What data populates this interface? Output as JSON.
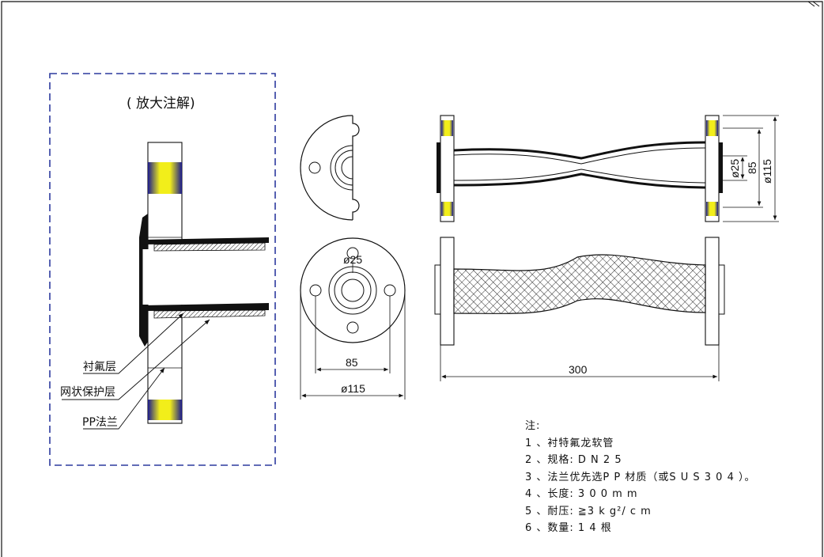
{
  "detail": {
    "title": "( 放大注解)",
    "labels": [
      "衬氟层",
      "网状保护层",
      "PP法兰"
    ]
  },
  "dimensions": {
    "bore": "ø25",
    "small_bore": "ø25",
    "bolt_circle": "85",
    "outer_diameter": "ø115",
    "length": "300",
    "side_bolt": "85",
    "side_outer": "ø115"
  },
  "notes": {
    "heading": "注:",
    "items": [
      "1 、衬特氟龙软管",
      "2 、规格: D N 2 5",
      "3 、法兰优先选P P 材质（或S U S 3 0 4 ）。",
      "4 、长度: 3 0 0 m m",
      "5 、耐压: ≧3 k g²/ c m",
      "6 、数量: 1 4 根"
    ]
  },
  "colors": {
    "flange_band": "#1a1a8c",
    "flange_core": "#f2ee1a",
    "line": "#111111",
    "detail_frame": "#2d3a9e"
  }
}
